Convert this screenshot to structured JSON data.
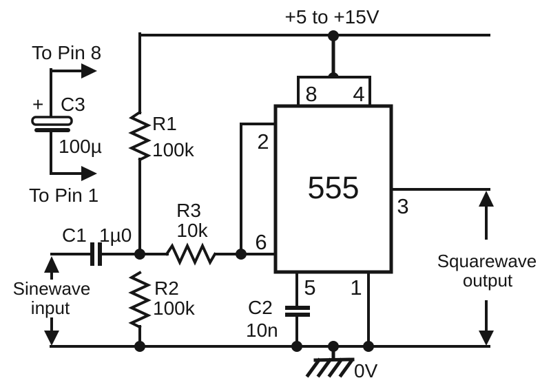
{
  "power": {
    "rail_label": "+5 to +15V",
    "ground_label": "0V"
  },
  "ic555": {
    "label": "555",
    "pin_top_left": "8",
    "pin_top_right": "4",
    "pin_left_top": "2",
    "pin_left_bottom": "6",
    "pin_right": "3",
    "pin_bottom_left": "5",
    "pin_bottom_right": "1"
  },
  "resistors": {
    "r1": {
      "ref": "R1",
      "value": "100k"
    },
    "r2": {
      "ref": "R2",
      "value": "100k"
    },
    "r3": {
      "ref": "R3",
      "value": "10k"
    }
  },
  "capacitors": {
    "c1": {
      "ref": "C1",
      "value": "1µ0"
    },
    "c2": {
      "ref": "C2",
      "value": "10n"
    },
    "c3": {
      "ref": "C3",
      "value": "100µ",
      "polarity_mark": "+",
      "to_top": "To Pin 8",
      "to_bottom": "To Pin 1"
    }
  },
  "io": {
    "input_line1": "Sinewave",
    "input_line2": "input",
    "output_line1": "Squarewave",
    "output_line2": "output"
  },
  "colors": {
    "ink": "#161616",
    "background": "#ffffff"
  }
}
